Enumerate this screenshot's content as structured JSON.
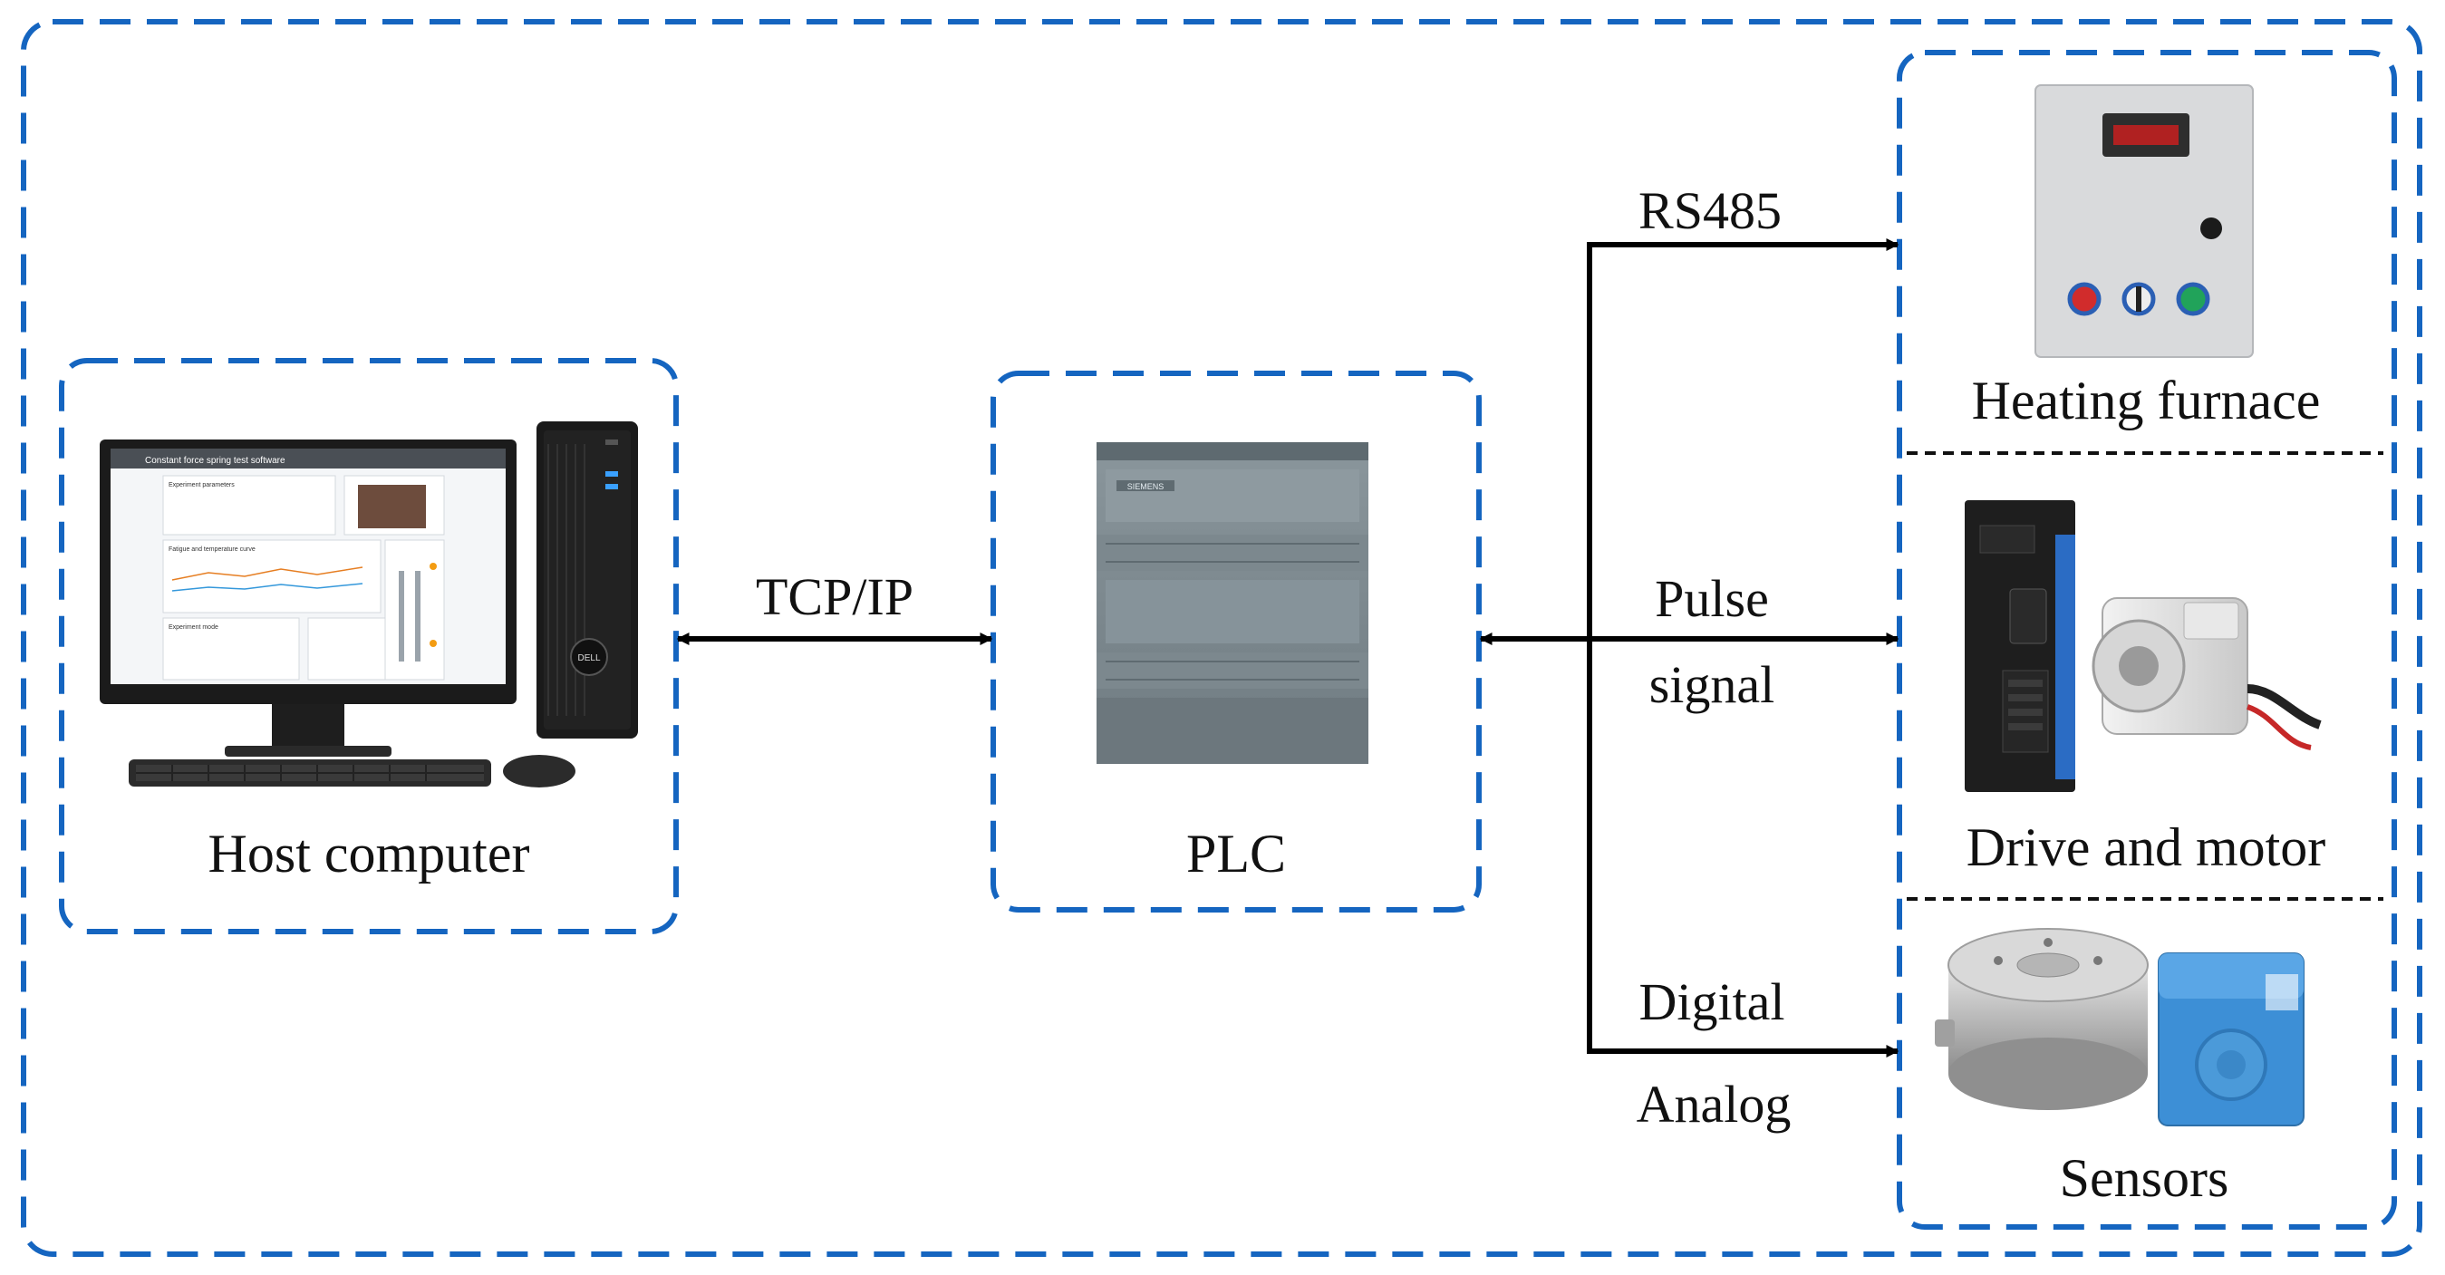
{
  "nodes": {
    "host": {
      "label": "Host computer"
    },
    "plc": {
      "label": "PLC"
    },
    "heating": {
      "label": "Heating furnace"
    },
    "drive": {
      "label": "Drive and motor"
    },
    "sensors": {
      "label": "Sensors"
    }
  },
  "edges": {
    "tcp": {
      "label": "TCP/IP"
    },
    "rs485": {
      "label": "RS485"
    },
    "pulse": {
      "line1": "Pulse",
      "line2": "signal"
    },
    "io": {
      "line1": "Digital",
      "line2": "Analog"
    }
  },
  "screen": {
    "title": "Constant force spring test software",
    "section1": "Experiment parameters",
    "section2": "Fatigue and temperature curve",
    "section3": "Experiment mode"
  },
  "device_text": {
    "plc_brand": "SIEMENS",
    "pc_brand": "DELL"
  },
  "colors": {
    "dash_blue": "#1565c0",
    "arrow": "#000000"
  }
}
